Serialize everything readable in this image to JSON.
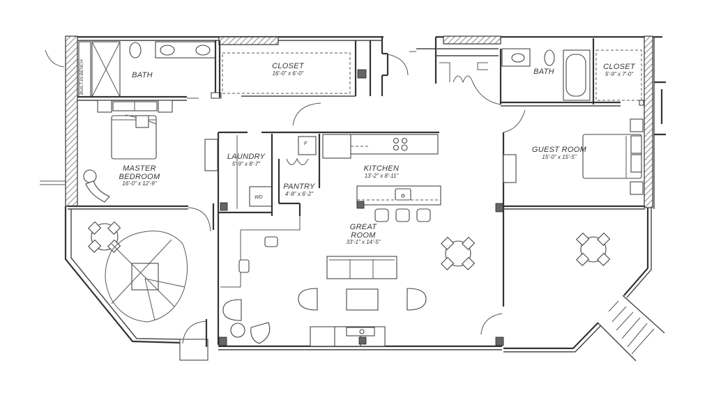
{
  "plan": {
    "type": "floor-plan",
    "rooms": {
      "master_bath": {
        "name": "BATH"
      },
      "built_in_bench": {
        "name": "BUILT-IN BENCH"
      },
      "master_closet": {
        "name": "CLOSET",
        "dims": "16'-0\" x 6'-0\""
      },
      "master_bedroom": {
        "name_line1": "MASTER",
        "name_line2": "BEDROOM",
        "dims": "16'-0\" x 12'-9\""
      },
      "laundry": {
        "name": "LAUNDRY",
        "dims": "5'-9\" x 8'-7\"",
        "appliance": "WD"
      },
      "pantry": {
        "name": "PANTRY",
        "dims": "4'-8\" x 6'-2\""
      },
      "fridge": {
        "mark": "F"
      },
      "kitchen": {
        "name": "KITCHEN",
        "dims": "13'-2\" x 8'-11\""
      },
      "great_room": {
        "name_line1": "GREAT",
        "name_line2": "ROOM",
        "dims": "33'-1\" x 14'-5\""
      },
      "guest_bath": {
        "name": "BATH"
      },
      "guest_closet": {
        "name": "CLOSET",
        "dims": "5'-9\" x 7'-0\""
      },
      "guest_room": {
        "name": "GUEST ROOM",
        "dims": "15'-0\" x 15'-5\""
      }
    }
  }
}
